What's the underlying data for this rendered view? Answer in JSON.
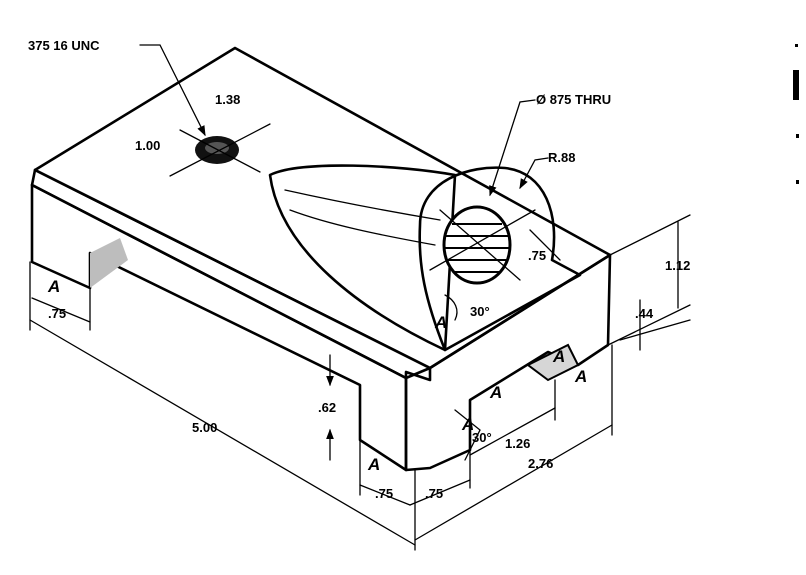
{
  "drawing": {
    "subject": "isometric part drawing",
    "callouts": {
      "tap": "375 16 UNC",
      "bore": "Ø 875 THRU",
      "radius": "R.88",
      "hole_x": "1.38",
      "hole_y": "1.00",
      "lug_offset": ".75",
      "lug_angle": "30°",
      "right_height": "1.12",
      "right_step": ".44",
      "foot_left": ".75",
      "length": "5.00",
      "pocket_depth": ".62",
      "front_chamfer": "30°",
      "foot_a": ".75",
      "foot_b": ".75",
      "slot_width": "1.26",
      "width": "2.76"
    },
    "finish_marks": [
      "A",
      "A",
      "A",
      "A",
      "A",
      "A",
      "A"
    ]
  }
}
